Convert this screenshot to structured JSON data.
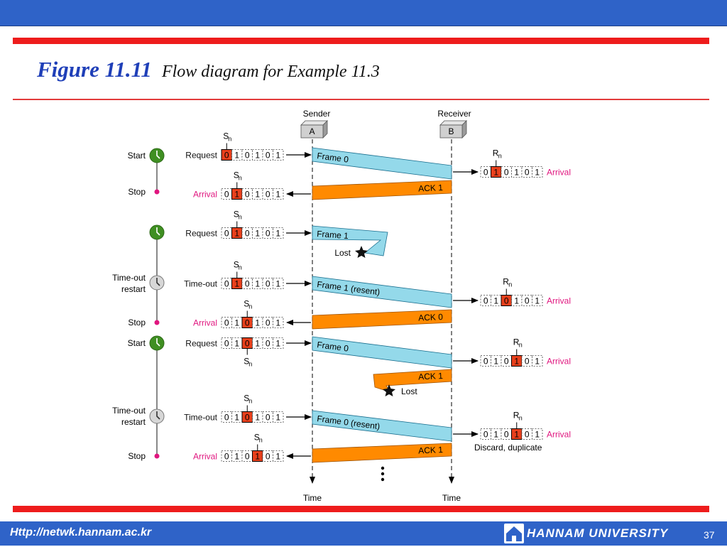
{
  "header": {
    "figure_number": "Figure 11.11",
    "caption": "Flow diagram for Example 11.3"
  },
  "footer": {
    "url": "Http://netwk.hannam.ac.kr",
    "university": "HANNAM UNIVERSITY",
    "page": "37"
  },
  "diagram": {
    "sender_label": "Sender",
    "sender_box": "A",
    "receiver_label": "Receiver",
    "receiver_box": "B",
    "time_label": "Time",
    "sn": "S",
    "rn": "R",
    "sub": "n",
    "lost": "Lost",
    "discard": "Discard, duplicate",
    "colors": {
      "frame": "#94d9ea",
      "ack": "#ff8a00",
      "highlight": "#e8401c",
      "pink": "#e0167f",
      "clock_green": "#3f8f22",
      "clock_gray": "#d7d7d7"
    },
    "events": [
      {
        "name": "Start",
        "clock": "green"
      },
      {
        "name": "Stop",
        "clock": "dot"
      },
      {
        "name": "",
        "clock": "green"
      },
      {
        "name": "Time-out",
        "name2": "restart",
        "clock": "gray"
      },
      {
        "name": "Stop",
        "clock": "dot"
      },
      {
        "name": "Start",
        "clock": "green"
      },
      {
        "name": "Time-out",
        "name2": "restart",
        "clock": "gray"
      },
      {
        "name": "Stop",
        "clock": "dot"
      }
    ],
    "sender_windows": [
      {
        "label": "Request",
        "bits": [
          "0",
          "1",
          "0",
          "1",
          "0",
          "1"
        ],
        "hl": 0
      },
      {
        "label": "Arrival",
        "bits": [
          "0",
          "1",
          "0",
          "1",
          "0",
          "1"
        ],
        "hl": 1
      },
      {
        "label": "Request",
        "bits": [
          "0",
          "1",
          "0",
          "1",
          "0",
          "1"
        ],
        "hl": 1
      },
      {
        "label": "Time-out",
        "bits": [
          "0",
          "1",
          "0",
          "1",
          "0",
          "1"
        ],
        "hl": 1
      },
      {
        "label": "Arrival",
        "bits": [
          "0",
          "1",
          "0",
          "1",
          "0",
          "1"
        ],
        "hl": 2
      },
      {
        "label": "Request",
        "bits": [
          "0",
          "1",
          "0",
          "1",
          "0",
          "1"
        ],
        "hl": 2
      },
      {
        "label": "Time-out",
        "bits": [
          "0",
          "1",
          "0",
          "1",
          "0",
          "1"
        ],
        "hl": 2
      },
      {
        "label": "Arrival",
        "bits": [
          "0",
          "1",
          "0",
          "1",
          "0",
          "1"
        ],
        "hl": 3
      }
    ],
    "receiver_windows": [
      {
        "label": "Arrival",
        "bits": [
          "0",
          "1",
          "0",
          "1",
          "0",
          "1"
        ],
        "hl": 1
      },
      {
        "label": "Arrival",
        "bits": [
          "0",
          "1",
          "0",
          "1",
          "0",
          "1"
        ],
        "hl": 2
      },
      {
        "label": "Arrival",
        "bits": [
          "0",
          "1",
          "0",
          "1",
          "0",
          "1"
        ],
        "hl": 3
      },
      {
        "label": "Arrival",
        "bits": [
          "0",
          "1",
          "0",
          "1",
          "0",
          "1"
        ],
        "hl": 3
      }
    ],
    "frames": [
      "Frame 0",
      "Frame 1",
      "Frame 1 (resent)",
      "Frame 0",
      "Frame 0 (resent)"
    ],
    "acks": [
      "ACK 1",
      "ACK 0",
      "ACK 1",
      "ACK 1"
    ]
  }
}
